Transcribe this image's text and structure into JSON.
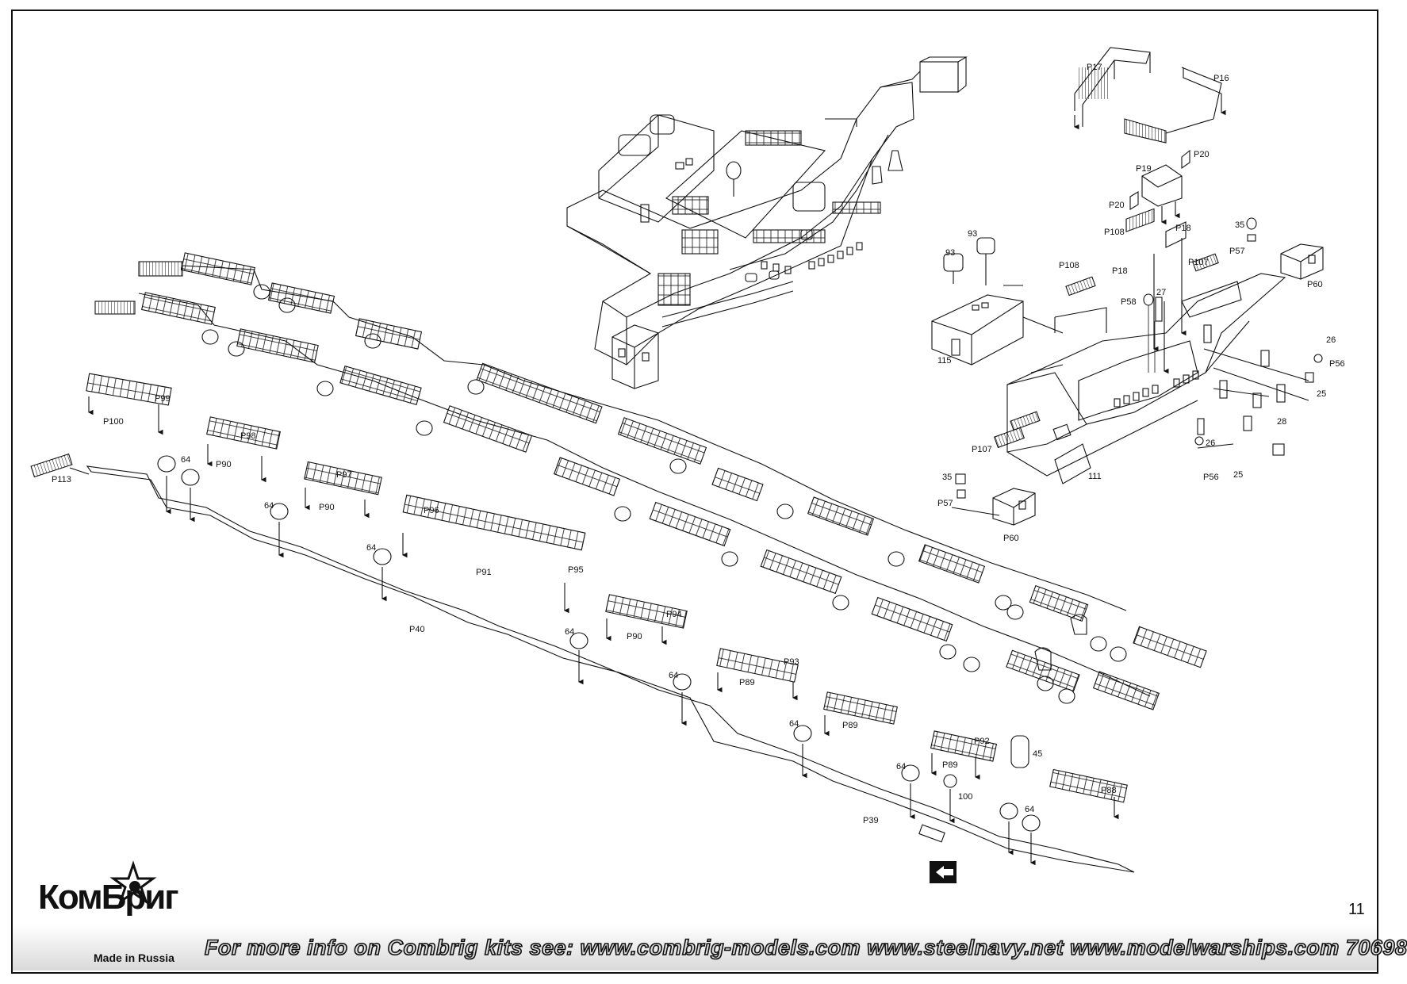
{
  "page_number": "11",
  "footer_text": "For more info on Combrig kits see: www.combrig-models.com www.steelnavy.net  www.modelwarships.com  70698",
  "logo": {
    "name": "КомБриг",
    "made_in": "Made in Russia"
  },
  "part_labels": {
    "p17": "P17",
    "p16": "P16",
    "p20a": "P20",
    "p19": "P19",
    "p20b": "P20",
    "p108a": "P108",
    "p18a": "P18",
    "n35a": "35",
    "p57a": "P57",
    "n93a": "93",
    "n93b": "93",
    "p108b": "P108",
    "p18b": "P18",
    "p107a": "P107",
    "p60a": "P60",
    "p58": "P58",
    "n27": "27",
    "n115": "115",
    "n26a": "26",
    "p56a": "P56",
    "n25a": "25",
    "n28": "28",
    "p107b": "P107",
    "n26b": "26",
    "p56b": "P56",
    "n25b": "25",
    "n111": "111",
    "n35b": "35",
    "p57b": "P57",
    "p60b": "P60",
    "p99": "P99",
    "p100": "P100",
    "p113": "P113",
    "n64a": "64",
    "p98": "P98",
    "p90a": "P90",
    "n64b": "64",
    "p97": "P97",
    "p90b": "P90",
    "n64c": "64",
    "p96": "P96",
    "p91": "P91",
    "p95": "P95",
    "p40": "P40",
    "n64d": "64",
    "p94": "P94",
    "p90c": "P90",
    "n64e": "64",
    "p93": "P93",
    "p89a": "P89",
    "n64f": "64",
    "p89b": "P89",
    "p92": "P92",
    "n45": "45",
    "p89c": "P89",
    "n64g": "64",
    "n100": "100",
    "p88": "P88",
    "n64h": "64",
    "p39": "P39"
  }
}
